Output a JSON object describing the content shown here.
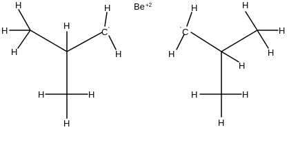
{
  "molecule": {
    "metal": {
      "symbol": "Be",
      "charge": "+2"
    },
    "hydrogen_symbol": "H",
    "carbon_symbol": "C",
    "radical_marker": "·",
    "fragments": [
      {
        "name": "isobutyl-left",
        "radical_carbon": true
      },
      {
        "name": "isobutyl-right",
        "radical_carbon": true
      }
    ]
  }
}
